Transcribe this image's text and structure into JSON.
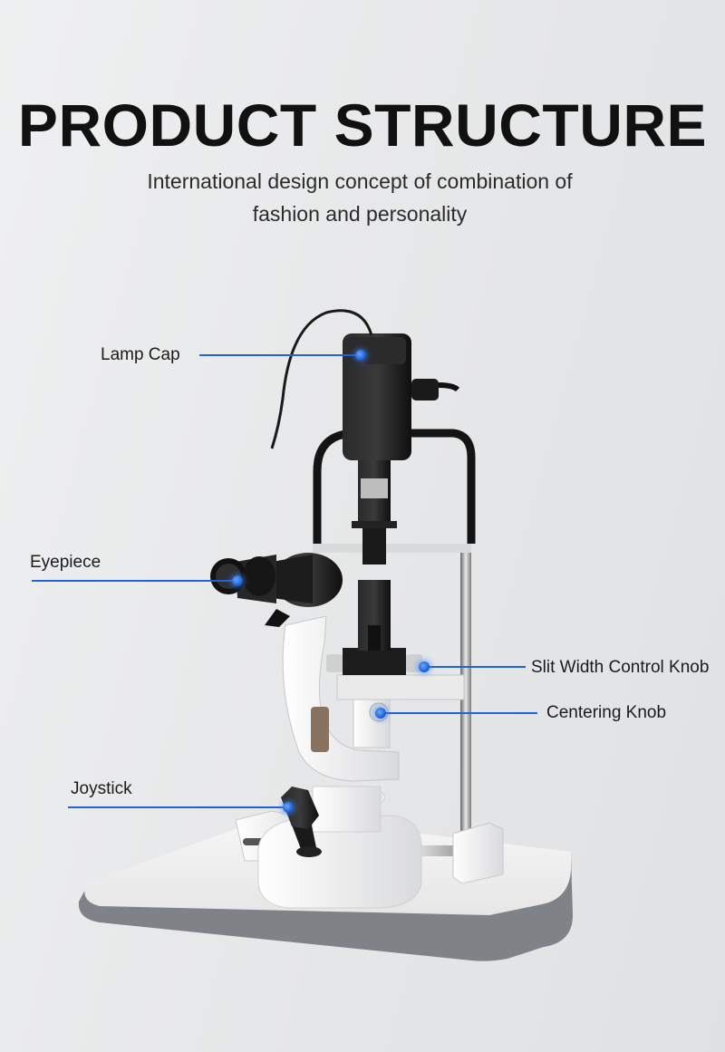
{
  "header": {
    "title": "PRODUCT STRUCTURE",
    "subtitle_line1": "International design concept of combination of",
    "subtitle_line2": "fashion and personality"
  },
  "callouts": {
    "lamp_cap": "Lamp Cap",
    "eyepiece": "Eyepiece",
    "slit_width_control_knob": "Slit Width Control Knob",
    "centering_knob": "Centering Knob",
    "joystick": "Joystick"
  },
  "colors": {
    "accent": "#1f63d6",
    "title": "#111111",
    "device_white": "#f2f2f2",
    "device_black": "#1a1a1a",
    "base_edge": "#8a8d91"
  }
}
